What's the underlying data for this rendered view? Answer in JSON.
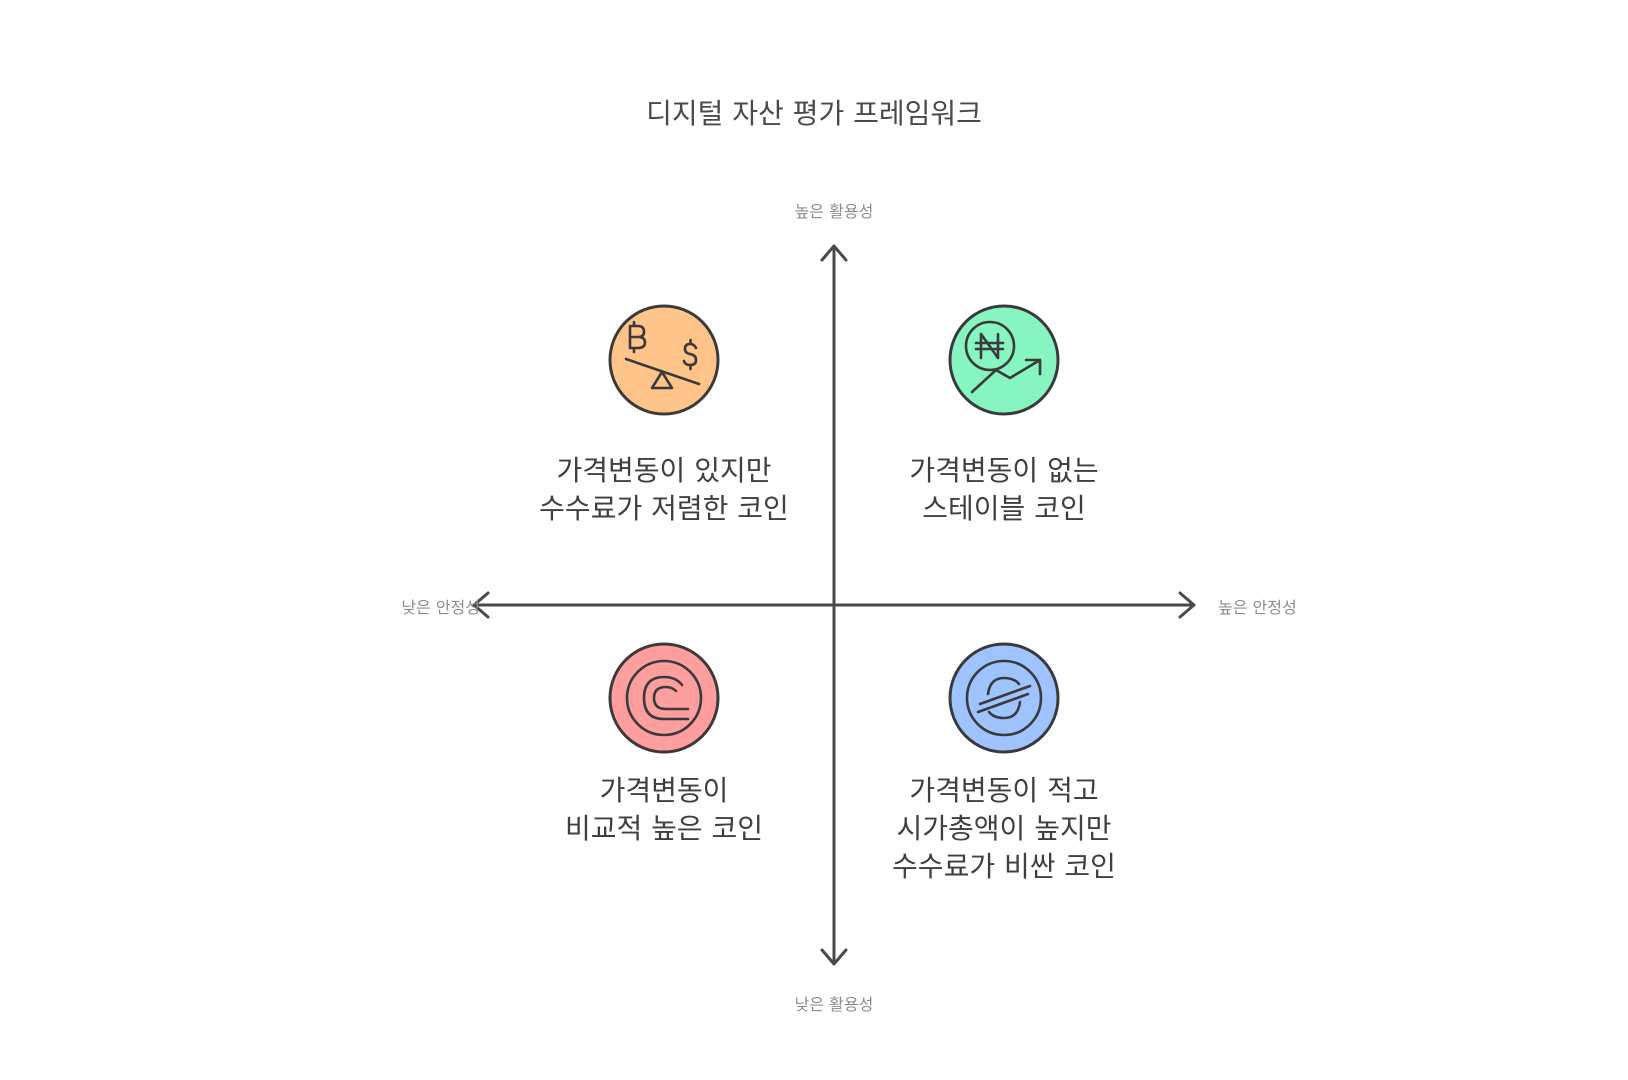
{
  "title": "디지털 자산 평가 프레임워크",
  "axes": {
    "top": "높은 활용성",
    "bottom": "낮은 활용성",
    "left": "낮은 안정성",
    "right": "높은 안정성"
  },
  "quadrants": {
    "top_left": {
      "icon": "bitcoin-dollar-seesaw-icon",
      "color": "#ffc48a",
      "lines": [
        "가격변동이 있지만",
        "수수료가 저렴한 코인"
      ]
    },
    "top_right": {
      "icon": "naira-coin-trend-up-icon",
      "color": "#87f5c0",
      "lines": [
        "가격변동이 없는",
        "스테이블 코인"
      ]
    },
    "bottom_left": {
      "icon": "coin-symbol-icon",
      "color": "#ff9e9e",
      "lines": [
        "가격변동이",
        "비교적 높은 코인"
      ]
    },
    "bottom_right": {
      "icon": "stellar-coin-icon",
      "color": "#9ec3ff",
      "lines": [
        "가격변동이 적고",
        "시가총액이 높지만",
        "수수료가 비싼 코인"
      ]
    }
  },
  "colors": {
    "axis": "#4a4a4a",
    "outline": "#3a3a3a",
    "axis_label": "#8c8c8c"
  }
}
